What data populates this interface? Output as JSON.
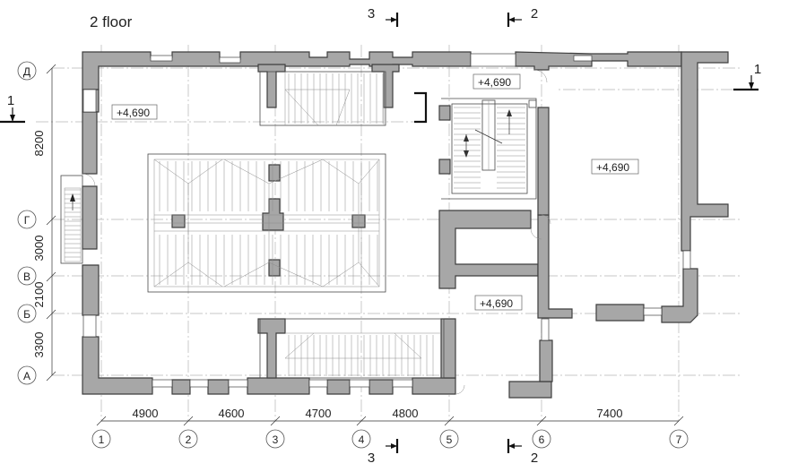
{
  "floor_title": "2 floor",
  "levels": [
    "+4,690",
    "+4,690",
    "+4,690",
    "+4,690"
  ],
  "row_axes": [
    {
      "label": "Д"
    },
    {
      "label": "Г"
    },
    {
      "label": "В"
    },
    {
      "label": "Б"
    },
    {
      "label": "А"
    }
  ],
  "col_axes": [
    {
      "label": "1"
    },
    {
      "label": "2"
    },
    {
      "label": "3"
    },
    {
      "label": "4"
    },
    {
      "label": "5"
    },
    {
      "label": "6"
    },
    {
      "label": "7"
    }
  ],
  "vertical_dims": [
    "8200",
    "3000",
    "2100",
    "3300"
  ],
  "horizontal_dims": [
    "4900",
    "4600",
    "4700",
    "4800",
    "7400"
  ],
  "section_marks": {
    "s1_left": "1",
    "s1_right": "1",
    "s2_top": "2",
    "s2_bottom": "2",
    "s3_top": "3",
    "s3_bottom": "3"
  },
  "colors": {
    "wall_fill": "#a7a7a7",
    "wall_stroke": "#3e3e3e",
    "axis": "#b5b5b5"
  }
}
